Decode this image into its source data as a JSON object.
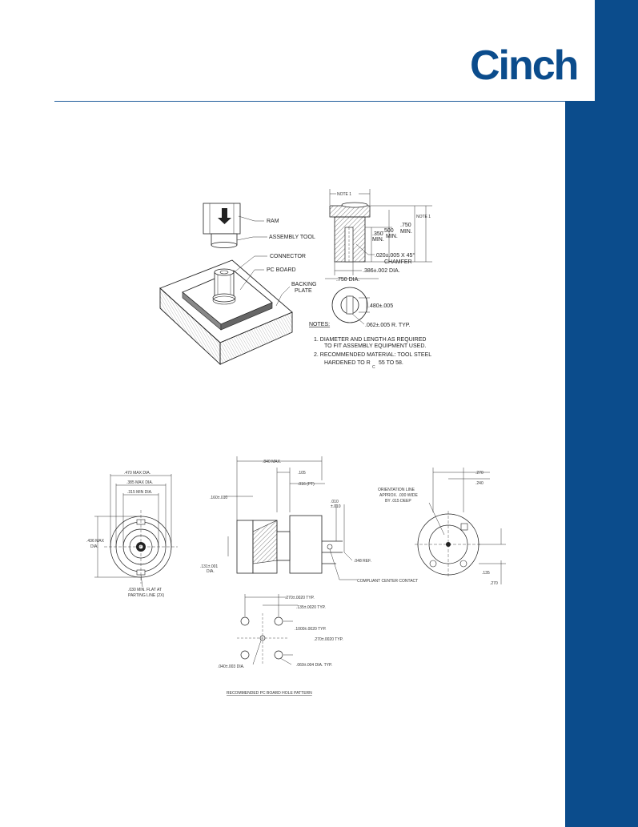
{
  "brand": {
    "logo_text": "Cinch",
    "accent_color": "#0b4c8c"
  },
  "fig1": {
    "labels": {
      "ram": "RAM",
      "assembly_tool": "ASSEMBLY TOOL",
      "connector": "CONNECTOR",
      "pc_board": "PC BOARD",
      "backing": "BACKING",
      "plate": "PLATE"
    }
  },
  "fig2": {
    "note1_top": "NOTE 1",
    "note1_side": "NOTE 1",
    "dim_750": ".750",
    "dim_500": ".500",
    "min_a": "MIN.",
    "dim_350": ".350",
    "min_b": "MIN.",
    "min_c": "MIN.",
    "chamfer_dim": ".020±.005 X 45°",
    "chamfer": "CHAMFER",
    "dia_386": ".386±.002 DIA.",
    "dia_750": ".750 DIA.",
    "dim_480": ".480±.005",
    "radius": ".062±.005 R. TYP.",
    "notes_title": "NOTES:",
    "note_1a": "1.  DIAMETER AND LENGTH AS REQUIRED",
    "note_1b": "TO FIT ASSEMBLY EQUIPMENT USED.",
    "note_2a": "2.  RECOMMENDED MATERIAL: TOOL STEEL",
    "note_2b": "HARDENED TO R",
    "note_2b_sub": "C",
    "note_2c": "55 TO 58."
  },
  "fig3": {
    "front": {
      "max_dia": ".470 MAX DIA.",
      "max_dia2": ".385 MAX DIA.",
      "min_dia": ".315 MIN DIA.",
      "left_dim": ".436 MAX",
      "left_dim2": "DIA.",
      "flat_a": ".030 MIN. FLAT AT",
      "flat_b": "PARTING LINE (2X)"
    },
    "side": {
      "overall": ".840 MAX.",
      "d_105": ".105",
      "d_ref": ".016 (PT)",
      "d_160": ".160±.010",
      "d_010a": ".010",
      "d_010b": "±.010",
      "d_131a": ".131±.001",
      "d_131b": "DIA.",
      "d_048": ".048 REF.",
      "compliant": "COMPLIANT CENTER CONTACT"
    },
    "rear": {
      "d_270": ".270",
      "d_240": ".240",
      "orient_a": "ORIENTATION LINE",
      "orient_b": "APPROX. .030 WIDE",
      "orient_c": "BY .015 DEEP",
      "d_135": ".135",
      "d_270b": ".270"
    },
    "pattern": {
      "d1": ".270±.0020 TYP.",
      "d2": ".135±.0020 TYP.",
      "d3": ".1000±.0020 TYP.",
      "d4": ".270±.0020 TYP.",
      "d5": ".040±.003 DIA.",
      "d6": ".069±.004 DIA. TYP.",
      "caption": "RECOMMENDED PC BOARD HOLE PATTERN"
    }
  }
}
